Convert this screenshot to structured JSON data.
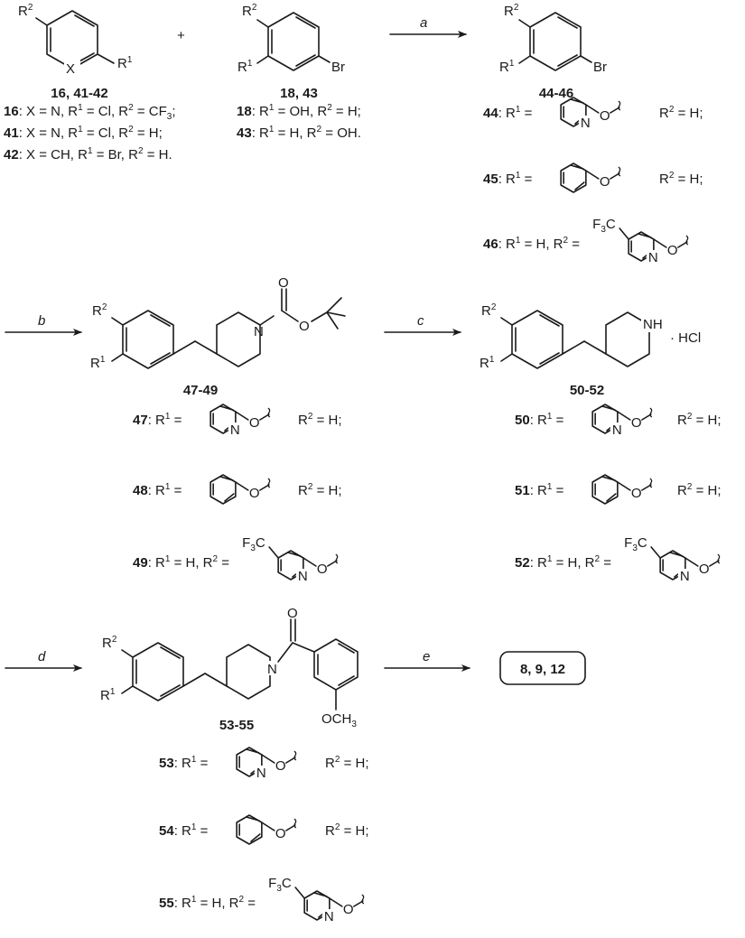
{
  "reagents": {
    "left_range": "16, 41-42",
    "left_defs": [
      {
        "id": "16",
        "text": ": X = N, R",
        "sup1": "1",
        "mid": " = Cl, R",
        "sup2": "2",
        "tail": " = CF",
        "sub": "3",
        "end": ";"
      },
      {
        "id": "41",
        "text": ": X = N, R",
        "sup1": "1",
        "mid": " = Cl, R",
        "sup2": "2",
        "tail": " = H;",
        "sub": "",
        "end": ""
      },
      {
        "id": "42",
        "text": ": X = CH, R",
        "sup1": "1",
        "mid": " = Br, R",
        "sup2": "2",
        "tail": " = H.",
        "sub": "",
        "end": ""
      }
    ],
    "plus": "+",
    "right_range": "18, 43",
    "right_defs": [
      {
        "id": "18",
        "text": ": R",
        "sup1": "1",
        "mid": " = OH, R",
        "sup2": "2",
        "tail": " = H;"
      },
      {
        "id": "43",
        "text": ": R",
        "sup1": "1",
        "mid": " = H, R",
        "sup2": "2",
        "tail": " = OH."
      }
    ]
  },
  "atoms": {
    "R": "R",
    "sup1": "1",
    "sup2": "2",
    "X": "X",
    "Br": "Br",
    "N": "N",
    "O": "O",
    "NH": "NH",
    "HCl": "· HCl",
    "OCH3": "OCH",
    "sub3": "3",
    "F3C": "F",
    "C": "C"
  },
  "steps": {
    "a": "a",
    "b": "b",
    "c": "c",
    "d": "d",
    "e": "e"
  },
  "groups": [
    {
      "range": "44-46",
      "items": [
        {
          "id": "44",
          "pre": ": R",
          "sup": "1",
          "eq": " = ",
          "r2": "R",
          "r2sup": "2",
          "r2tail": " = H;"
        },
        {
          "id": "45",
          "pre": ": R",
          "sup": "1",
          "eq": " = ",
          "r2": "R",
          "r2sup": "2",
          "r2tail": " = H;"
        },
        {
          "id": "46",
          "pre": ": R",
          "sup": "1",
          "eq": " = H, R",
          "r2": "",
          "r2sup": "2",
          "r2tail": " ="
        }
      ]
    },
    {
      "range": "47-49",
      "items": [
        {
          "id": "47",
          "pre": ": R",
          "sup": "1",
          "eq": " = ",
          "r2": "R",
          "r2sup": "2",
          "r2tail": " = H;"
        },
        {
          "id": "48",
          "pre": ": R",
          "sup": "1",
          "eq": " = ",
          "r2": "R",
          "r2sup": "2",
          "r2tail": " = H;"
        },
        {
          "id": "49",
          "pre": ": R",
          "sup": "1",
          "eq": " = H, R",
          "r2": "",
          "r2sup": "2",
          "r2tail": " ="
        }
      ]
    },
    {
      "range": "50-52",
      "items": [
        {
          "id": "50",
          "pre": ": R",
          "sup": "1",
          "eq": " = ",
          "r2": "R",
          "r2sup": "2",
          "r2tail": " = H;"
        },
        {
          "id": "51",
          "pre": ": R",
          "sup": "1",
          "eq": " = ",
          "r2": "R",
          "r2sup": "2",
          "r2tail": " = H;"
        },
        {
          "id": "52",
          "pre": ": R",
          "sup": "1",
          "eq": " = H, R",
          "r2": "",
          "r2sup": "2",
          "r2tail": " ="
        }
      ]
    },
    {
      "range": "53-55",
      "items": [
        {
          "id": "53",
          "pre": ": R",
          "sup": "1",
          "eq": " = ",
          "r2": "R",
          "r2sup": "2",
          "r2tail": " = H;"
        },
        {
          "id": "54",
          "pre": ": R",
          "sup": "1",
          "eq": " = ",
          "r2": "R",
          "r2sup": "2",
          "r2tail": " = H;"
        },
        {
          "id": "55",
          "pre": ": R",
          "sup": "1",
          "eq": " = H, R",
          "r2": "",
          "r2sup": "2",
          "r2tail": " ="
        }
      ]
    }
  ],
  "final_products": "8, 9, 12"
}
